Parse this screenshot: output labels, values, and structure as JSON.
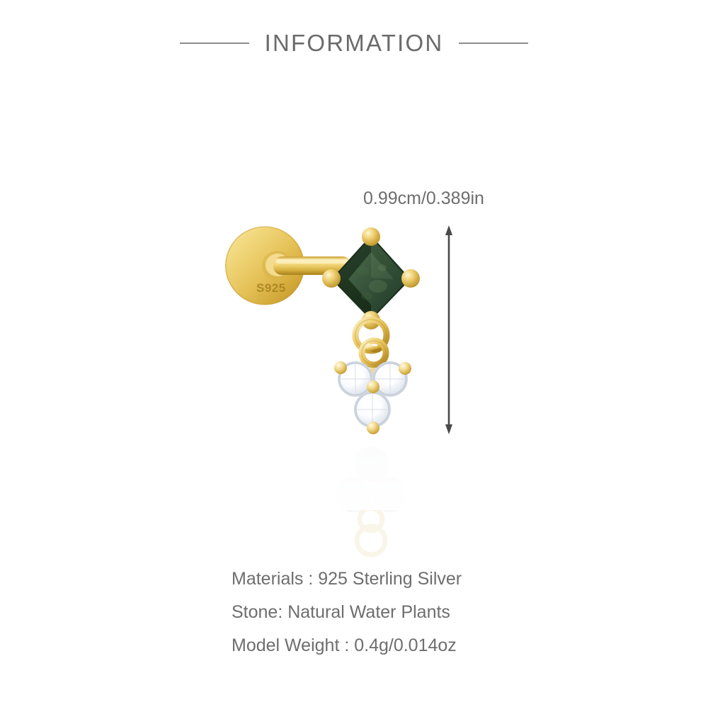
{
  "header": {
    "title": "INFORMATION",
    "left_rule": "horizontal-rule",
    "right_rule": "horizontal-rule",
    "text_color": "#6b6b6b"
  },
  "product": {
    "name": "moss-agate-flat-back-stud-earring",
    "metal_stamp": "S925",
    "gemstone": {
      "name": "square-moss-agate",
      "shape": "princess-cut-square-set-on-point",
      "color": "#2f4a32",
      "setting": "four-prong-gold"
    },
    "accent_stones": {
      "name": "cubic-zirconia-trefoil-cluster",
      "count": 3,
      "cut": "round-brilliant",
      "color": "#ffffff"
    },
    "connector": "double-interlocking-jump-rings",
    "metal_color": "#e8c35a",
    "metal_highlight": "#f7e49a",
    "metal_shadow": "#b8901f",
    "has_reflection": true
  },
  "dimension": {
    "label": "0.99cm/0.389in",
    "orientation": "vertical",
    "arrow_color": "#4a4a4a"
  },
  "specs": [
    {
      "label": "Materials : 925 Sterling Silver"
    },
    {
      "label": "Stone: Natural Water Plants"
    },
    {
      "label": "Model Weight : 0.4g/0.014oz"
    }
  ],
  "colors": {
    "background": "#ffffff",
    "text": "#6e6e6e",
    "rule": "#8e8e8e"
  }
}
